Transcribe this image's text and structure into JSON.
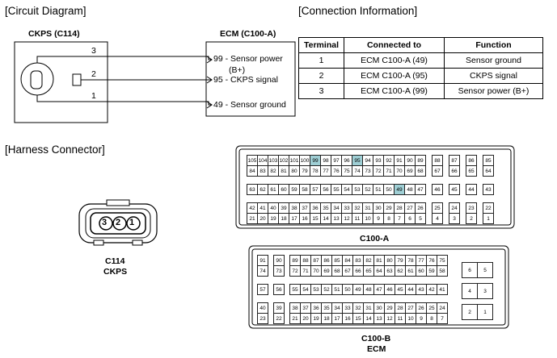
{
  "circuit": {
    "title": "[Circuit Diagram]",
    "left_box_label": "CKPS (C114)",
    "right_box_label": "ECM (C100-A)",
    "wire_numbers": [
      "3",
      "2",
      "1"
    ],
    "ecm_pins": [
      {
        "pin": "99",
        "text": "99 - Sensor power",
        "text2": "(B+)"
      },
      {
        "pin": "95",
        "text": "95 - CKPS signal"
      },
      {
        "pin": "49",
        "text": "49 - Sensor ground"
      }
    ]
  },
  "connection": {
    "title": "[Connection Information]",
    "headers": [
      "Terminal",
      "Connected to",
      "Function"
    ],
    "rows": [
      [
        "1",
        "ECM C100-A (49)",
        "Sensor ground"
      ],
      [
        "2",
        "ECM C100-A (95)",
        "CKPS signal"
      ],
      [
        "3",
        "ECM C100-A (99)",
        "Sensor power (B+)"
      ]
    ]
  },
  "harness": {
    "title": "[Harness Connector]",
    "ckps_pins": [
      "3",
      "2",
      "1"
    ],
    "ckps_label1": "C114",
    "ckps_label2": "CKPS",
    "c100a_label": "C100-A",
    "c100b_label1": "C100-B",
    "c100b_label2": "ECM",
    "highlight_pins_c100a": [
      "99",
      "95",
      "49"
    ],
    "highlight_color": "#9fcfd5",
    "c100a_rows": [
      [
        "105",
        "104",
        "103",
        "102",
        "101",
        "100",
        "99",
        "98",
        "97",
        "96",
        "95",
        "94",
        "93",
        "92",
        "91",
        "90",
        "89",
        "",
        "88",
        "",
        "87",
        "",
        "86",
        "",
        "85"
      ],
      [
        "84",
        "83",
        "82",
        "81",
        "80",
        "79",
        "78",
        "77",
        "76",
        "75",
        "74",
        "73",
        "72",
        "71",
        "70",
        "69",
        "68",
        "",
        "67",
        "",
        "66",
        "",
        "65",
        "",
        "64"
      ],
      [
        "63",
        "62",
        "61",
        "60",
        "59",
        "58",
        "57",
        "56",
        "55",
        "54",
        "53",
        "52",
        "51",
        "50",
        "49",
        "48",
        "47",
        "",
        "46",
        "",
        "45",
        "",
        "44",
        "",
        "43"
      ],
      [
        "42",
        "41",
        "40",
        "39",
        "38",
        "37",
        "36",
        "35",
        "34",
        "33",
        "32",
        "31",
        "30",
        "29",
        "28",
        "27",
        "26",
        "",
        "25",
        "",
        "24",
        "",
        "23",
        "",
        "22"
      ],
      [
        "21",
        "20",
        "19",
        "18",
        "17",
        "16",
        "15",
        "14",
        "13",
        "12",
        "11",
        "10",
        "9",
        "8",
        "7",
        "6",
        "5",
        "",
        "4",
        "",
        "3",
        "",
        "2",
        "",
        "1"
      ]
    ],
    "c100b_rows": [
      [
        "91",
        "",
        "90",
        "",
        "89",
        "88",
        "87",
        "86",
        "85",
        "84",
        "83",
        "82",
        "81",
        "80",
        "79",
        "78",
        "77",
        "76",
        "75"
      ],
      [
        "74",
        "",
        "73",
        "",
        "72",
        "71",
        "70",
        "69",
        "68",
        "67",
        "66",
        "65",
        "64",
        "63",
        "62",
        "61",
        "60",
        "59",
        "58"
      ],
      [
        "57",
        "",
        "56",
        "",
        "55",
        "54",
        "53",
        "52",
        "51",
        "50",
        "49",
        "48",
        "47",
        "46",
        "45",
        "44",
        "43",
        "42",
        "41"
      ],
      [
        "40",
        "",
        "39",
        "",
        "38",
        "37",
        "36",
        "35",
        "34",
        "33",
        "32",
        "31",
        "30",
        "29",
        "28",
        "27",
        "26",
        "25",
        "24"
      ],
      [
        "23",
        "",
        "22",
        "",
        "21",
        "20",
        "19",
        "18",
        "17",
        "16",
        "15",
        "14",
        "13",
        "12",
        "11",
        "10",
        "9",
        "8",
        "7"
      ]
    ],
    "c100b_right": [
      [
        "6",
        "5"
      ],
      [
        "4",
        "3"
      ],
      [
        "2",
        "1"
      ]
    ]
  }
}
